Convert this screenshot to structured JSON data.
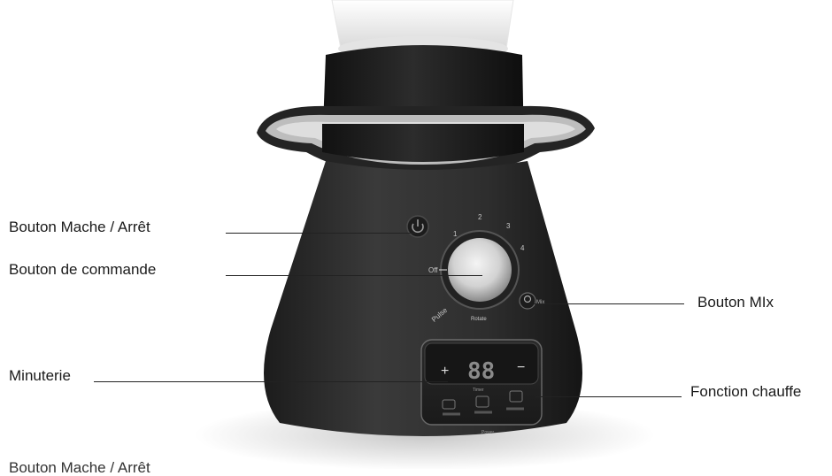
{
  "labels": {
    "power_button": "Bouton Mache / Arrêt",
    "control_knob": "Bouton de commande",
    "timer": "Minuterie",
    "mix_button": "Bouton MIx",
    "heat_function": "Fonction chauffe",
    "cut_bottom": "Bouton Mache / Arrêt"
  },
  "dial": {
    "marks": [
      "1",
      "2",
      "3",
      "4"
    ],
    "off": "Off",
    "pulse": "Pulse",
    "rotate": "Rotate"
  },
  "panel": {
    "plus": "+",
    "minus": "−",
    "display": "88",
    "timer_caption": "Timer",
    "power_caption": "Power",
    "mix_caption": "Mix"
  },
  "colors": {
    "body": "#2e2e2e",
    "jar": "#202020",
    "tray_rim": "#bcbcbc",
    "leader_line": "#222222"
  }
}
